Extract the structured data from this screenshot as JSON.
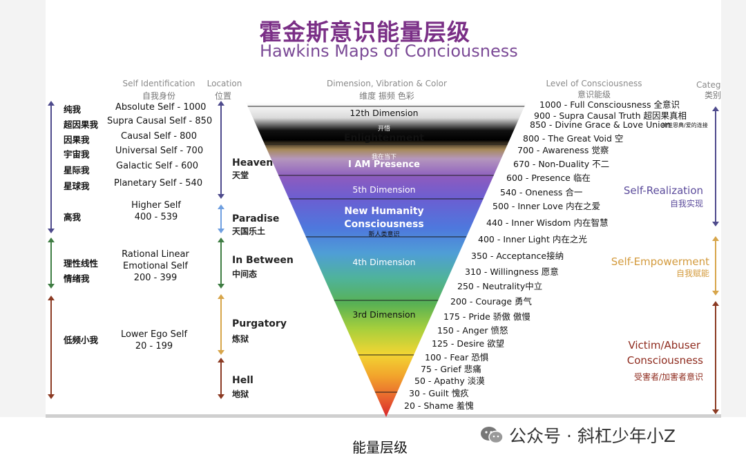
{
  "title": {
    "cn": "霍金斯意识能量层级",
    "en": "Hawkins Maps of Conciousness"
  },
  "headers": {
    "self": {
      "en": "Self Identification",
      "cn": "自我身份"
    },
    "location": {
      "en": "Location",
      "cn": "位置"
    },
    "dimension": {
      "en": "Dimension, Vibration & Color",
      "cn": "维度 振频 色彩"
    },
    "level": {
      "en": "Level of Consciousness",
      "cn": "意识能级"
    },
    "category": {
      "en": "Categ",
      "cn": "类别"
    }
  },
  "self_rows": [
    {
      "cn": "纯我",
      "en": "Absolute Self - 1000"
    },
    {
      "cn": "超因果我",
      "en": "Supra Causal Self - 850"
    },
    {
      "cn": "因果我",
      "en": "Causal Self - 800"
    },
    {
      "cn": "宇宙我",
      "en": "Universal Self - 700"
    },
    {
      "cn": "星际我",
      "en": "Galactic Self - 600"
    },
    {
      "cn": "星球我",
      "en": "Planetary Self - 540"
    }
  ],
  "higher_self": {
    "cn": "高我",
    "en1": "Higher Self",
    "en2": "400 - 539"
  },
  "rational": {
    "cn1": "理性线性",
    "cn2": "情绪我",
    "en1": "Rational Linear",
    "en2": "Emotional Self",
    "en3": "200 - 399"
  },
  "lower_ego": {
    "cn": "低频小我",
    "en1": "Lower Ego Self",
    "en2": "20 - 199"
  },
  "locations": [
    {
      "en": "Heaven",
      "cn": "天堂"
    },
    {
      "en": "Paradise",
      "cn": "天国乐土"
    },
    {
      "en": "In Between",
      "cn": "中间态"
    },
    {
      "en": "Purgatory",
      "cn": "炼狱"
    },
    {
      "en": "Hell",
      "cn": "地狱"
    }
  ],
  "dimensions": {
    "d12": "12th Dimension",
    "enl_cn": "开悟",
    "enl_en": "Enlightenment",
    "iam_cn": "我在当下",
    "iam_en": "I AM Presence",
    "d5": "5th Dimension",
    "nh1": "New Humanity",
    "nh2": "Consciousness",
    "nh_cn": "新人类意识",
    "d4": "4th Dimension",
    "d3": "3rd Dimension"
  },
  "levels": [
    "1000 - Full Consciousness  全意识",
    "900 - Supra Causal Truth  超因果真相",
    "850 - Divine Grace & Love Union",
    "800 - The Great Void 空",
    "700 - Awareness 觉察",
    "670 - Non-Duality  不二",
    "600 - Presence  临在",
    "540 - Oneness  合一",
    "500 - Inner Love  内在之爱",
    "440 - Inner Wisdom  内在智慧",
    "400 - Inner Light  内在之光",
    "350 - Acceptance接纳",
    "310 - Willingness 愿意",
    "250 - Neutrality中立",
    "200 - Courage 勇气",
    "175 - Pride  骄傲 傲慢",
    "150 - Anger 愤怒",
    "125 - Desire 欲望",
    "100 - Fear  恐惧",
    "75 - Grief  悲痛",
    "50 - Apathy  淡漠",
    "30 - Guilt  愧疚",
    "20 - Shame  羞愧"
  ],
  "level_850_cn": "神性恩典/爱的连接",
  "categories": [
    {
      "en": "Self-Realization",
      "cn": "自我实现",
      "color": "#5b4b9b"
    },
    {
      "en": "Self-Empowerment",
      "cn": "自我赋能",
      "color": "#d39a3c"
    },
    {
      "en": "Victim/Abuser",
      "en2": "Consciousness",
      "cn": "受害者/加害者意识",
      "color": "#8e2a1d"
    }
  ],
  "arrow_colors": {
    "top": "#4e4a8c",
    "paradise": "#6f9fe0",
    "between": "#3f7d43",
    "purgatory": "#d7a54a",
    "hell": "#8b3a23"
  },
  "caption": "能量层级",
  "watermark": "公众号 · 斜杠少年小Z"
}
